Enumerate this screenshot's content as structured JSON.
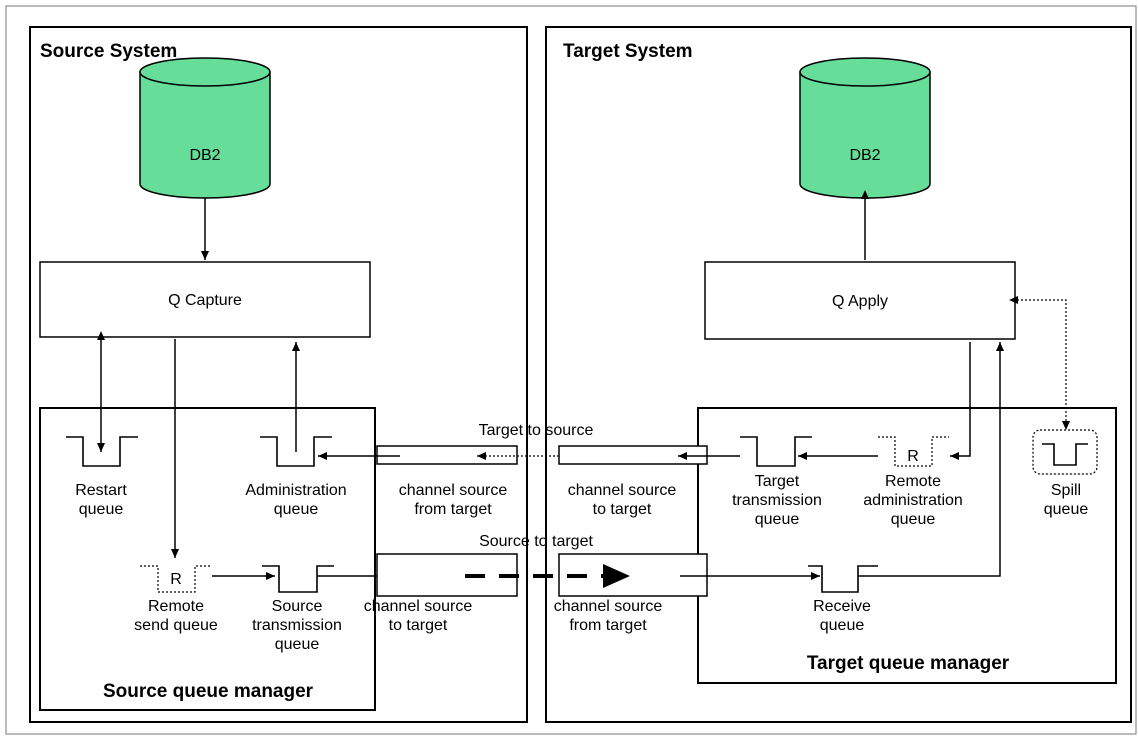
{
  "source": {
    "title": "Source System",
    "db_label": "DB2",
    "process_label": "Q Capture",
    "manager_title": "Source queue manager",
    "queues": {
      "restart": [
        "Restart",
        "queue"
      ],
      "administration": [
        "Administration",
        "queue"
      ],
      "remote_send": [
        "Remote",
        "send queue"
      ],
      "transmission": [
        "Source",
        "transmission",
        "queue"
      ]
    },
    "remote_marker": "R"
  },
  "target": {
    "title": "Target System",
    "db_label": "DB2",
    "process_label": "Q Apply",
    "manager_title": "Target queue manager",
    "queues": {
      "transmission": [
        "Target",
        "transmission",
        "queue"
      ],
      "remote_admin": [
        "Remote",
        "administration",
        "queue"
      ],
      "spill": [
        "Spill",
        "queue"
      ],
      "receive": [
        "Receive",
        "queue"
      ]
    },
    "remote_marker": "R"
  },
  "channels": {
    "target_to_source_label": "Target to source",
    "source_to_target_label": "Source to target",
    "src_from_target": [
      "channel source",
      "from target"
    ],
    "tgt_to_target": [
      "channel source",
      "to target"
    ],
    "src_to_target": [
      "channel source",
      "to target"
    ],
    "tgt_from_target": [
      "channel source",
      "from target"
    ]
  },
  "colors": {
    "database_fill": "#66dd99",
    "line": "#000000"
  }
}
